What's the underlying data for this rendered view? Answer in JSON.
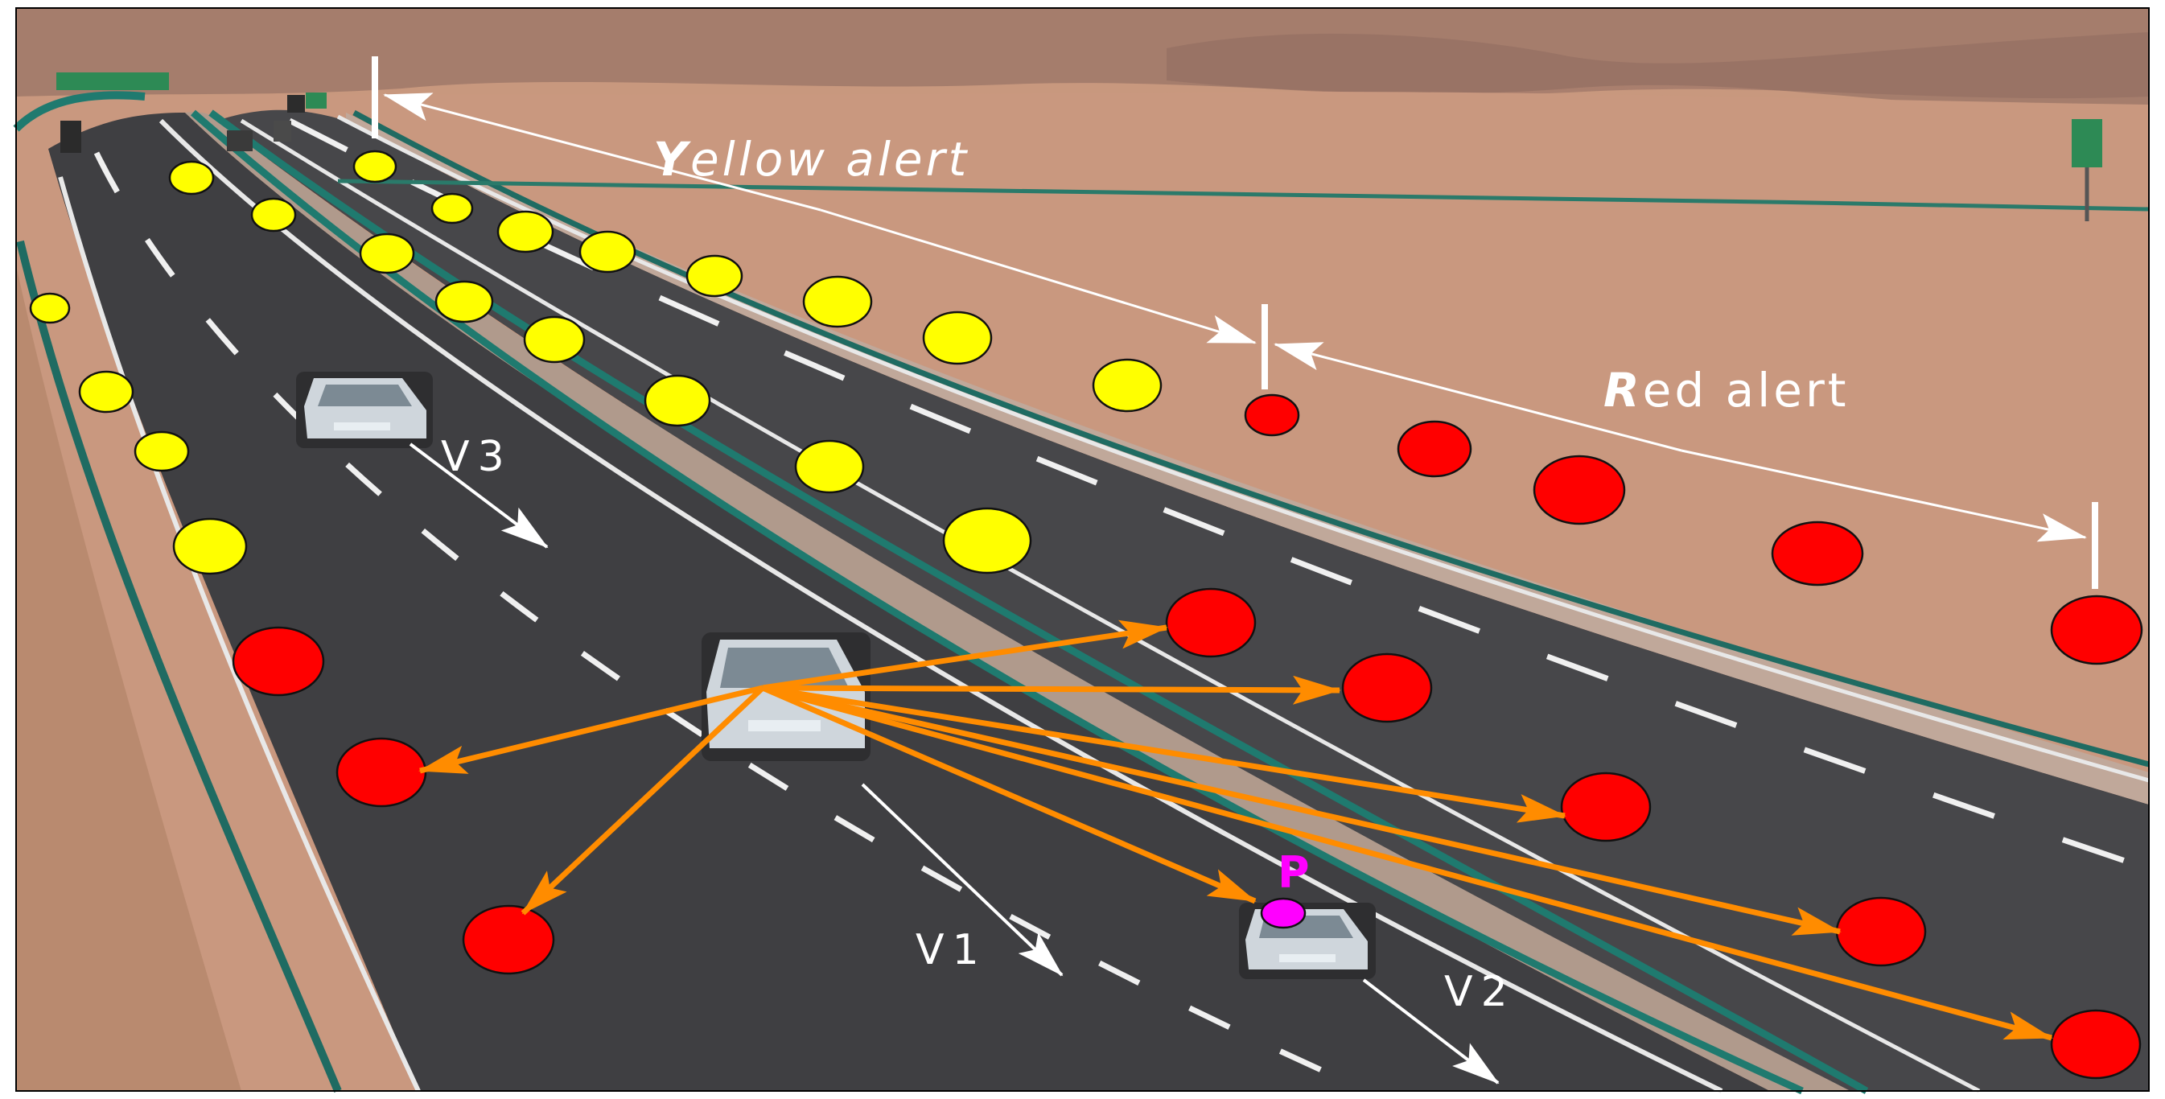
{
  "labels": {
    "yellow_alert_prefix": "Y",
    "yellow_alert_rest": "ellow alert",
    "red_alert_prefix": "R",
    "red_alert_rest": "ed alert",
    "v1": "V1",
    "v2": "V2",
    "v3": "V3",
    "point_p": "P"
  },
  "colors": {
    "yellow_marker": "#ffff00",
    "red_marker": "#ff0000",
    "orange_arrow": "#ff8c00",
    "point_p": "#ff00ff",
    "annotation": "#ffffff",
    "road": "#3e3e40",
    "desert": "#c7967e"
  }
}
